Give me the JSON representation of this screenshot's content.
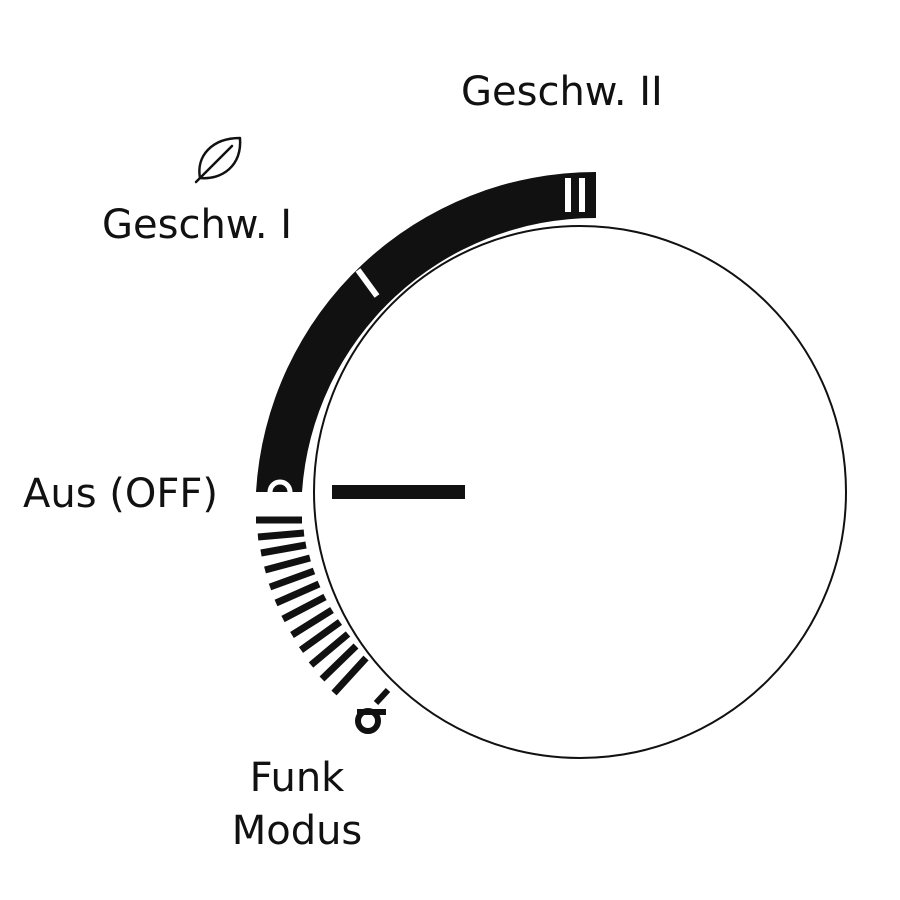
{
  "dial": {
    "positions": [
      {
        "id": "speed2",
        "label": "Geschw. II",
        "mark": "II"
      },
      {
        "id": "speed1",
        "label": "Geschw. I",
        "mark": "I"
      },
      {
        "id": "off",
        "label": "Aus (OFF)",
        "mark": "O"
      },
      {
        "id": "funk",
        "label_line1": "Funk",
        "label_line2": "Modus",
        "mark": "radio-hatched-zone"
      }
    ],
    "pointer_position": "off",
    "icons": {
      "eco": "leaf-icon",
      "radio": "radio-signal-icon"
    },
    "colors": {
      "ink": "#111111",
      "background": "#ffffff"
    }
  }
}
